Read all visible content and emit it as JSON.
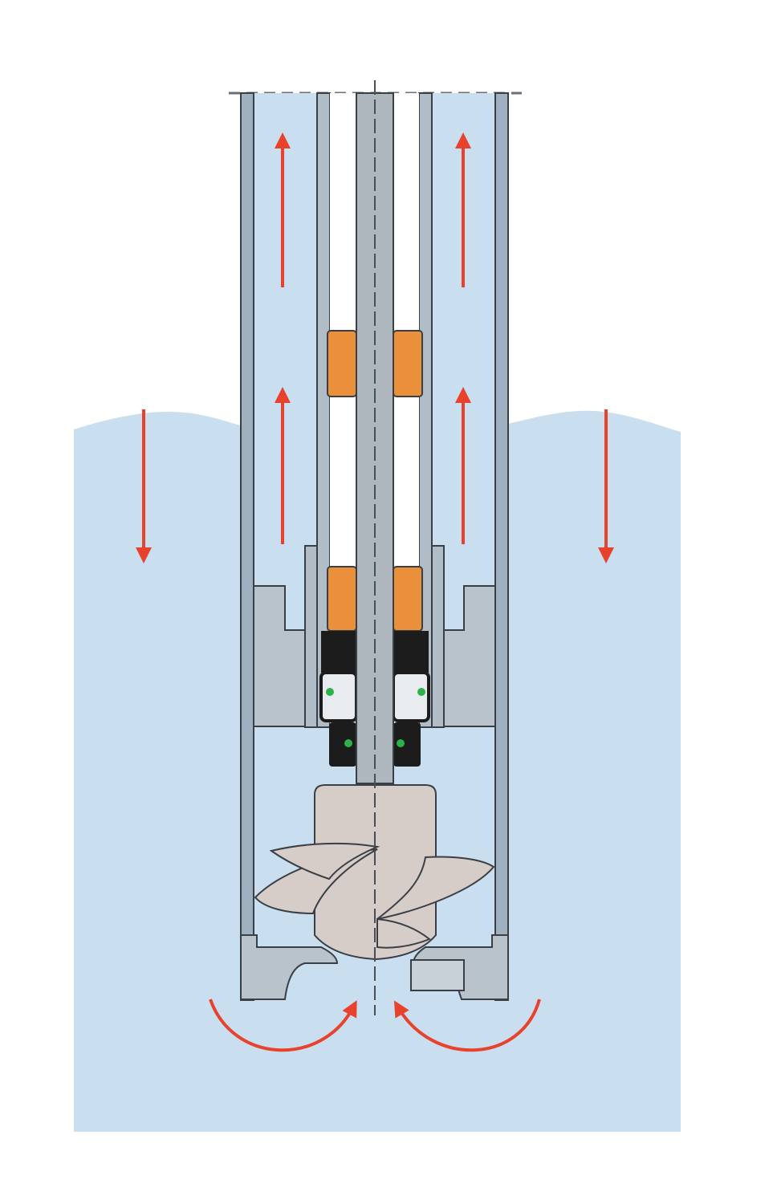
{
  "diagram": {
    "kind": "vertical-shaft-pump-cross-section",
    "labels": [],
    "colors": {
      "background": "#ffffff",
      "water": "#c9dff0",
      "column_fill": "#c9dff0",
      "pipe_wall": "#9aa6b2",
      "outline": "#3a3f45",
      "shaft": "#aeb6be",
      "bearing": "#ea8f3a",
      "housing": "#b8c3cc",
      "seal": "#1c1c1c",
      "seal_dot": "#2db24a",
      "impeller": "#d6cdc8",
      "flow_arrow": "#e8412c",
      "centerline": "#4a4f55"
    },
    "flow_arrows": [
      {
        "id": "up-left-upper",
        "direction": "up"
      },
      {
        "id": "up-right-upper",
        "direction": "up"
      },
      {
        "id": "up-left-lower",
        "direction": "up"
      },
      {
        "id": "up-right-lower",
        "direction": "up"
      },
      {
        "id": "down-left-outside",
        "direction": "down"
      },
      {
        "id": "down-right-outside",
        "direction": "down"
      },
      {
        "id": "inflow-left-curve",
        "direction": "curve-in"
      },
      {
        "id": "inflow-right-curve",
        "direction": "curve-in"
      }
    ],
    "components": [
      "outer-column-pipe",
      "inner-bearing-tube",
      "drive-shaft",
      "upper-bearing",
      "lower-bearing",
      "bearing-housing",
      "mechanical-seal",
      "impeller",
      "suction-bell"
    ]
  }
}
